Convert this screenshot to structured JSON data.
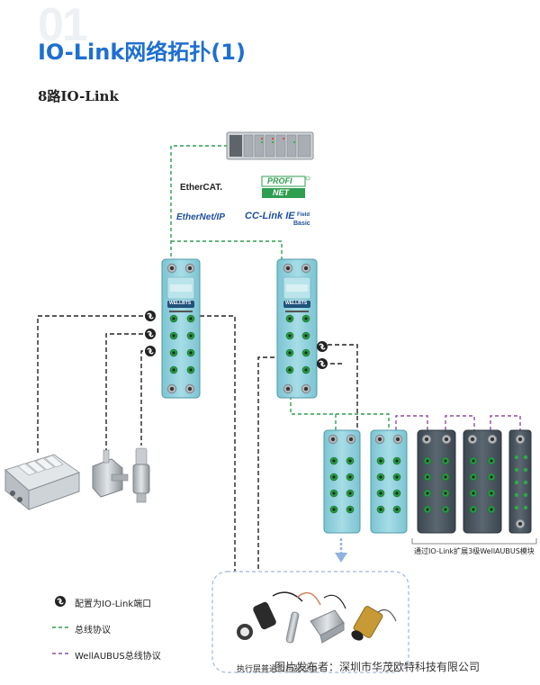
{
  "section_number": "01",
  "title": "IO-Link网络拓扑(1)",
  "subtitle": "8路IO-Link",
  "protocols": {
    "ethercat": "EtherCAT.",
    "profinet_top": "PROFI",
    "profinet_bottom": "NET",
    "ethernetip": "EtherNet/IP",
    "cclink": "CC-Link IE",
    "cclink_field": "Field",
    "cclink_basic": "Basic"
  },
  "module_brand": "WELLBTS",
  "expansion_caption": "通过IO-Link扩展3级WellAUBUS模块",
  "sensor_caption": "执行层普通传感器设备",
  "legend": {
    "port_label": "配置为IO-Link端口",
    "bus_label": "总线协议",
    "wellaubus_label": "WellAUBUS总线协议"
  },
  "watermark": "图片发布者：深圳市华茂欧特科技有限公司",
  "colors": {
    "bus_line": "#2e9e4f",
    "wellaubus_line": "#8a4fa6",
    "title_blue": "#1e6fd0",
    "module_body": "#8fd0dc",
    "module_dark": "#4a5661",
    "port_green": "#2ea84a"
  }
}
